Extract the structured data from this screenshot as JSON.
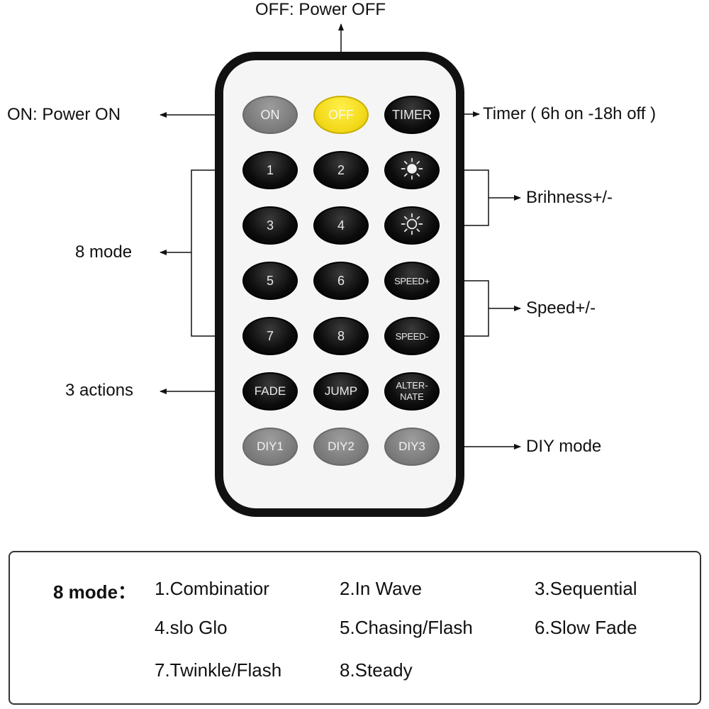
{
  "annotations": {
    "off": "OFF: Power OFF",
    "on": "ON: Power ON",
    "timer": "Timer ( 6h on -18h off )",
    "brightness": "Brihness+/-",
    "mode": "8 mode",
    "speed": "Speed+/-",
    "actions": "3 actions",
    "diy": "DIY mode"
  },
  "buttons": {
    "on": "ON",
    "off": "OFF",
    "timer": "TIMER",
    "m1": "1",
    "m2": "2",
    "m3": "3",
    "m4": "4",
    "m5": "5",
    "m6": "6",
    "m7": "7",
    "m8": "8",
    "speed_up": "SPEED+",
    "speed_down": "SPEED-",
    "fade": "FADE",
    "jump": "JUMP",
    "alternate_line1": "ALTER-",
    "alternate_line2": "NATE",
    "diy1": "DIY1",
    "diy2": "DIY2",
    "diy3": "DIY3",
    "brightness_up_icon": "sun-filled-icon",
    "brightness_down_icon": "sun-outline-icon"
  },
  "legend": {
    "heading": "8 mode：",
    "items": [
      "1.Combinatior",
      "2.In Wave",
      "3.Sequential",
      "4.slo Glo",
      "5.Chasing/Flash",
      "6.Slow Fade",
      "7.Twinkle/Flash",
      "8.Steady"
    ]
  },
  "colors": {
    "button_black": "#0c0c0c",
    "button_gray": "#7b7b7b",
    "button_yellow": "#f3d91a",
    "remote_body": "#f5f5f5",
    "remote_border": "#111111"
  }
}
